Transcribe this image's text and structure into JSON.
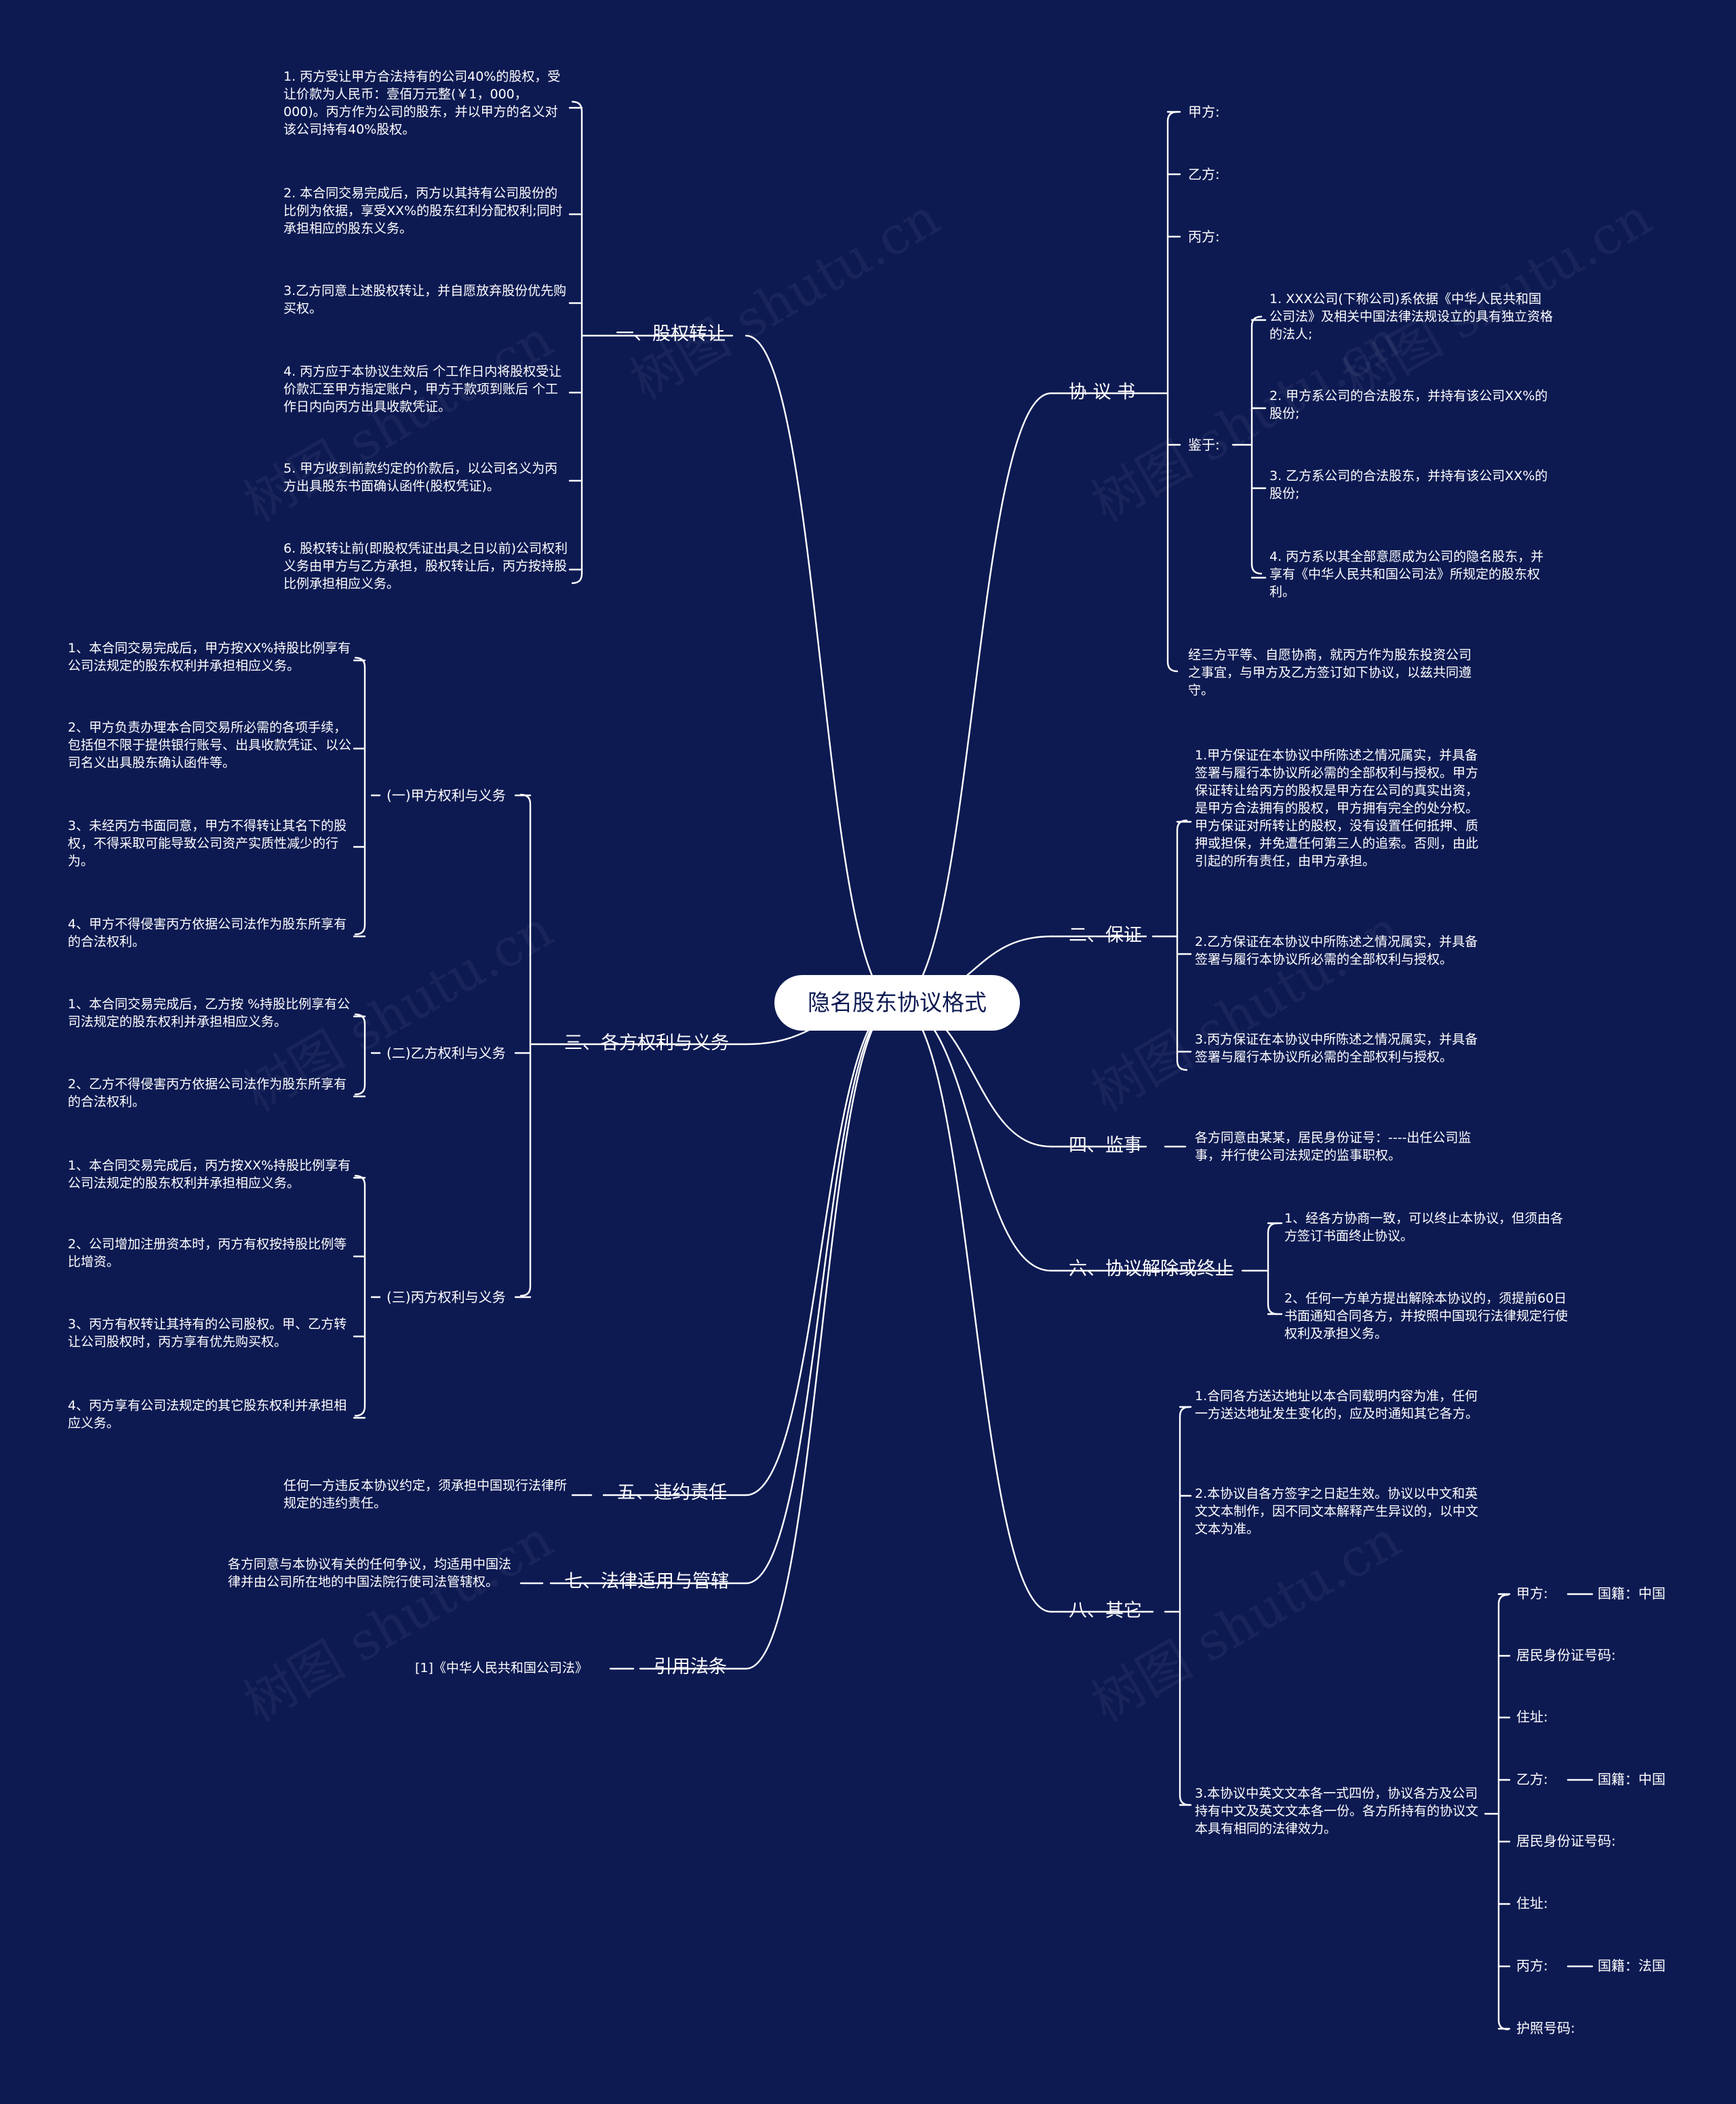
{
  "root": "隐名股东协议格式",
  "watermark": "树图 shutu.cn",
  "left": {
    "b1": {
      "label": "一、股权转让",
      "items": [
        "1. 丙方受让甲方合法持有的公司40%的股权，受让价款为人民币：壹佰万元整(￥1，000，000)。丙方作为公司的股东，并以甲方的名义对该公司持有40%股权。",
        "2. 本合同交易完成后，丙方以其持有公司股份的比例为依据，享受XX%的股东红利分配权利;同时承担相应的股东义务。",
        "3.乙方同意上述股权转让，并自愿放弃股份优先购买权。",
        "4. 丙方应于本协议生效后 个工作日内将股权受让价款汇至甲方指定账户，甲方于款项到账后 个工作日内向丙方出具收款凭证。",
        "5. 甲方收到前款约定的价款后，以公司名义为丙方出具股东书面确认函件(股权凭证)。",
        "6. 股权转让前(即股权凭证出具之日以前)公司权利义务由甲方与乙方承担，股权转让后，丙方按持股比例承担相应义务。"
      ]
    },
    "b3": {
      "label": "三、各方权利与义务",
      "groups": [
        {
          "label": "(一)甲方权利与义务",
          "items": [
            "1、本合同交易完成后，甲方按XX%持股比例享有公司法规定的股东权利并承担相应义务。",
            "2、甲方负责办理本合同交易所必需的各项手续，包括但不限于提供银行账号、出具收款凭证、以公司名义出具股东确认函件等。",
            "3、未经丙方书面同意，甲方不得转让其名下的股权，不得采取可能导致公司资产实质性减少的行为。",
            "4、甲方不得侵害丙方依据公司法作为股东所享有的合法权利。"
          ]
        },
        {
          "label": "(二)乙方权利与义务",
          "items": [
            "1、本合同交易完成后，乙方按 %持股比例享有公司法规定的股东权利并承担相应义务。",
            "2、乙方不得侵害丙方依据公司法作为股东所享有的合法权利。"
          ]
        },
        {
          "label": "(三)丙方权利与义务",
          "items": [
            "1、本合同交易完成后，丙方按XX%持股比例享有公司法规定的股东权利并承担相应义务。",
            "2、公司增加注册资本时，丙方有权按持股比例等比增资。",
            "3、丙方有权转让其持有的公司股权。甲、乙方转让公司股权时，丙方享有优先购买权。",
            "4、丙方享有公司法规定的其它股东权利并承担相应义务。"
          ]
        }
      ]
    },
    "b5": {
      "label": "五、违约责任",
      "text": "任何一方违反本协议约定，须承担中国现行法律所规定的违约责任。"
    },
    "b7": {
      "label": "七、法律适用与管辖",
      "text": "各方同意与本协议有关的任何争议，均适用中国法律并由公司所在地的中国法院行使司法管辖权。"
    },
    "b9": {
      "label": "引用法条",
      "text": "[1]《中华人民共和国公司法》"
    }
  },
  "right": {
    "xy": {
      "label": "协 议 书",
      "parties": [
        "甲方:",
        "乙方:",
        "丙方:"
      ],
      "jianyu": "鉴于:",
      "jianyu_items": [
        "1. XXX公司(下称公司)系依据《中华人民共和国公司法》及相关中国法律法规设立的具有独立资格的法人;",
        "2. 甲方系公司的合法股东，并持有该公司XX%的股份;",
        "3. 乙方系公司的合法股东，并持有该公司XX%的股份;",
        "4. 丙方系以其全部意愿成为公司的隐名股东，并享有《中华人民共和国公司法》所规定的股东权利。"
      ],
      "closing": "经三方平等、自愿协商，就丙方作为股东投资公司之事宜，与甲方及乙方签订如下协议，以兹共同遵守。"
    },
    "b2": {
      "label": "二、保证",
      "items": [
        "1.甲方保证在本协议中所陈述之情况属实，并具备签署与履行本协议所必需的全部权利与授权。甲方保证转让给丙方的股权是甲方在公司的真实出资，是甲方合法拥有的股权，甲方拥有完全的处分权。甲方保证对所转让的股权，没有设置任何抵押、质押或担保，并免遭任何第三人的追索。否则，由此引起的所有责任，由甲方承担。",
        "2.乙方保证在本协议中所陈述之情况属实，并具备签署与履行本协议所必需的全部权利与授权。",
        "3.丙方保证在本协议中所陈述之情况属实，并具备签署与履行本协议所必需的全部权利与授权。"
      ]
    },
    "b4": {
      "label": "四、监事",
      "text": "各方同意由某某，居民身份证号：----出任公司监事，并行使公司法规定的监事职权。"
    },
    "b6": {
      "label": "六、协议解除或终止",
      "items": [
        "1、经各方协商一致，可以终止本协议，但须由各方签订书面终止协议。",
        "2、任何一方单方提出解除本协议的，须提前60日书面通知合同各方，并按照中国现行法律规定行使权利及承担义务。"
      ]
    },
    "b8": {
      "label": "八、其它",
      "items": [
        "1.合同各方送达地址以本合同载明内容为准，任何一方送达地址发生变化的，应及时通知其它各方。",
        "2.本协议自各方签字之日起生效。协议以中文和英文文本制作，因不同文本解释产生异议的，以中文文本为准。",
        "3.本协议中英文文本各一式四份，协议各方及公司持有中文及英文文本各一份。各方所持有的协议文本具有相同的法律效力。"
      ],
      "signers": [
        {
          "label": "甲方:",
          "nat": "国籍：中国"
        },
        {
          "label": "居民身份证号码:"
        },
        {
          "label": "住址:"
        },
        {
          "label": "乙方:",
          "nat": "国籍：中国"
        },
        {
          "label": "居民身份证号码:"
        },
        {
          "label": "住址:"
        },
        {
          "label": "丙方:",
          "nat": "国籍：法国"
        },
        {
          "label": "护照号码:"
        }
      ]
    }
  }
}
